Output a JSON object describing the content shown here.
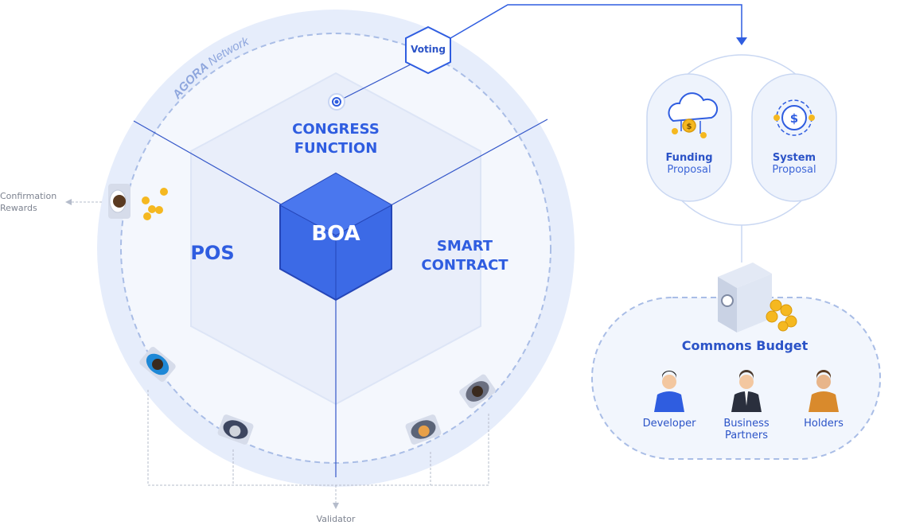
{
  "network": {
    "name_bold": "AGORA",
    "name_rest": "Network"
  },
  "voting_label": "Voting",
  "segments": {
    "congress": [
      "CONGRESS",
      "FUNCTION"
    ],
    "pos": "POS",
    "smart": [
      "SMART",
      "CONTRACT"
    ],
    "core": "BOA"
  },
  "side": {
    "confirmation": [
      "Confirmation",
      "Rewards"
    ],
    "validator": "Validator"
  },
  "proposals": [
    {
      "title": "Funding",
      "sub": "Proposal",
      "icon": "cloud-coins-icon"
    },
    {
      "title": "System",
      "sub": "Proposal",
      "icon": "gear-dollar-icon"
    }
  ],
  "budget": {
    "title": "Commons Budget",
    "groups": [
      {
        "label": [
          "Developer"
        ],
        "icon": "developer-person-icon"
      },
      {
        "label": [
          "Business",
          "Partners"
        ],
        "icon": "business-person-icon"
      },
      {
        "label": [
          "Holders"
        ],
        "icon": "holder-person-icon"
      }
    ]
  },
  "colors": {
    "accent": "#2f5de0",
    "ring": "#e6edfb",
    "dashed": "#a9bde6"
  }
}
